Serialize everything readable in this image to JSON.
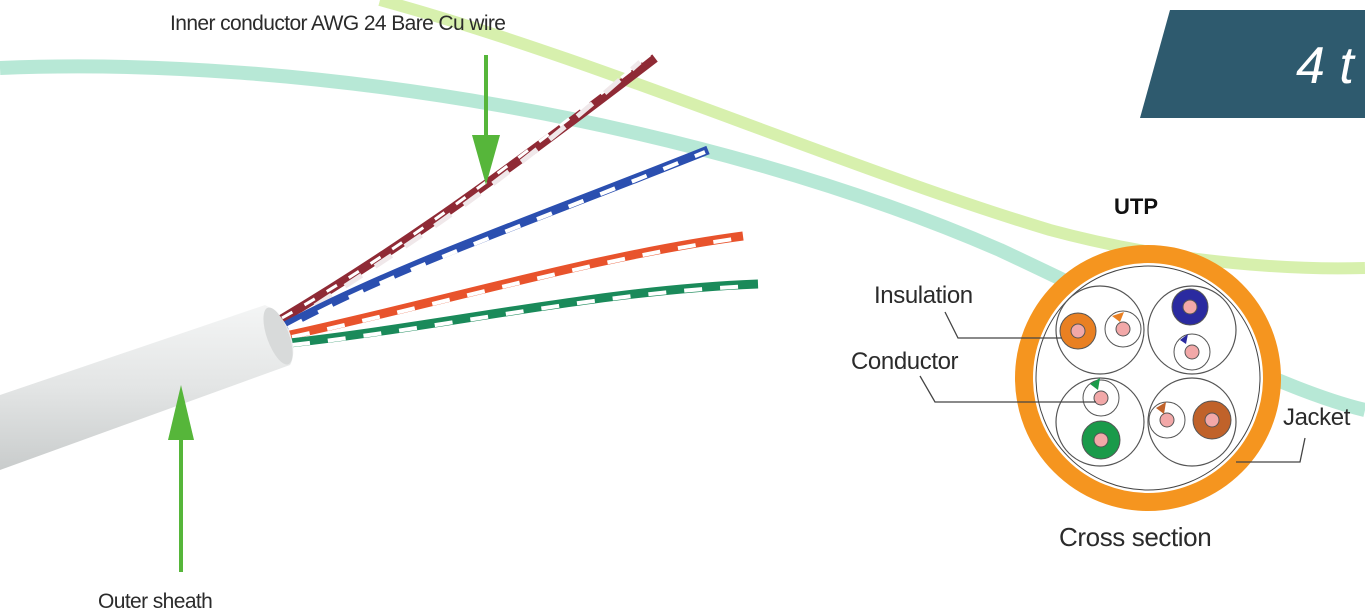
{
  "labels": {
    "inner_conductor": "Inner conductor AWG 24 Bare Cu wire",
    "outer_sheath": "Outer sheath",
    "utp": "UTP",
    "insulation": "Insulation",
    "conductor": "Conductor",
    "jacket": "Jacket",
    "cross_section": "Cross section"
  },
  "banner": {
    "text": "4 t"
  },
  "colors": {
    "arrow": "#56b63a",
    "jacket": "#f5951f",
    "banner": "#2e5a6e",
    "pair_brown": "#8f2a35",
    "pair_blue": "#2b4fb0",
    "pair_orange": "#e8532c",
    "pair_green": "#1a8a5a",
    "sheath": "#e2e4e4"
  }
}
